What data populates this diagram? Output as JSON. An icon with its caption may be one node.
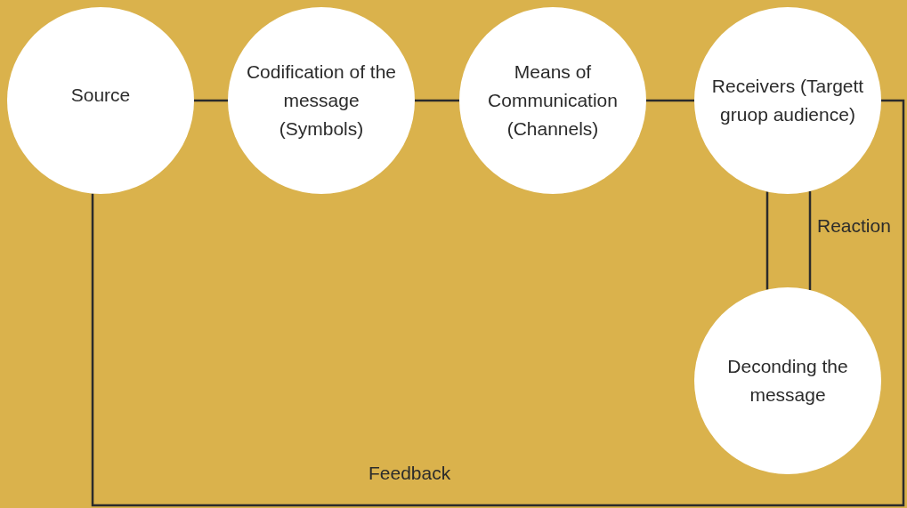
{
  "diagram": {
    "nodes": [
      {
        "text": [
          "Source"
        ]
      },
      {
        "text": [
          "Codification of the message (Symbols)"
        ]
      },
      {
        "text": [
          "Means of Communication (Channels)"
        ]
      },
      {
        "text": [
          "Receivers (Targett gruop audience)"
        ]
      },
      {
        "text": [
          "Deconding the message"
        ]
      }
    ],
    "edges": [
      {
        "from": 0,
        "to": 1,
        "arrow": "none"
      },
      {
        "from": 1,
        "to": 2,
        "arrow": "none"
      },
      {
        "from": 2,
        "to": 3,
        "arrow": "none"
      },
      {
        "from": 3,
        "to": 4,
        "arrow": "none"
      },
      {
        "from": 4,
        "to": 3,
        "arrow": "none",
        "label": "Reaction"
      },
      {
        "from": 3,
        "to": 0,
        "arrow": "none",
        "label": "Feedback"
      }
    ]
  }
}
